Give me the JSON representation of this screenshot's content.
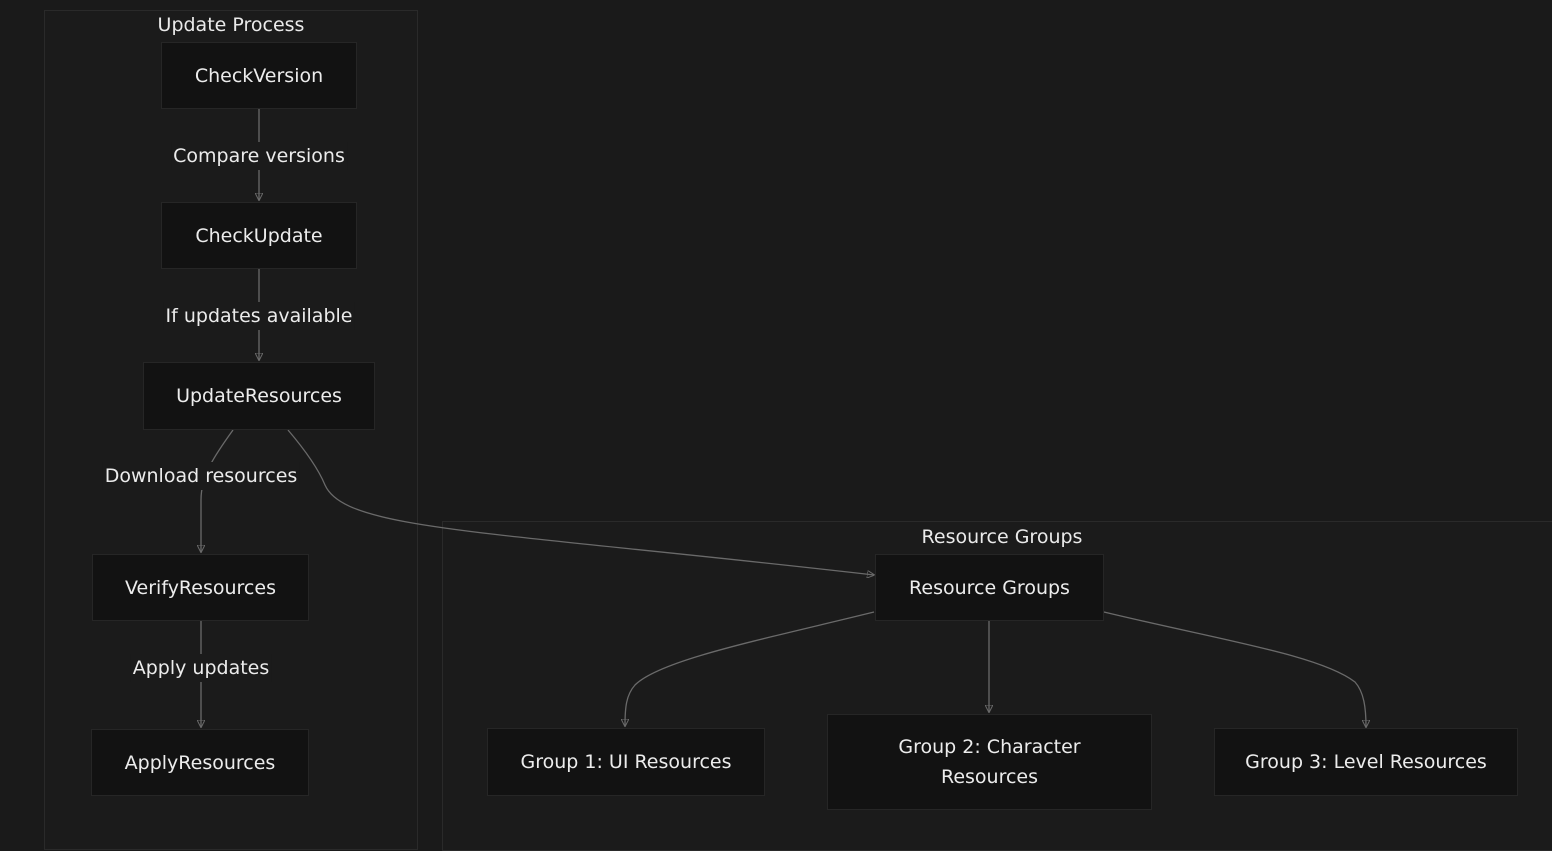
{
  "clusters": {
    "update_process": {
      "title": "Update Process"
    },
    "resource_groups": {
      "title": "Resource Groups"
    }
  },
  "nodes": {
    "check_version": "CheckVersion",
    "check_update": "CheckUpdate",
    "update_resources": "UpdateResources",
    "verify_resources": "VerifyResources",
    "apply_resources": "ApplyResources",
    "resource_groups": "Resource Groups",
    "group_1": "Group 1: UI Resources",
    "group_2": "Group 2: Character Resources",
    "group_3": "Group 3: Level Resources"
  },
  "edge_labels": {
    "compare_versions": "Compare versions",
    "if_updates_available": "If updates available",
    "download_resources": "Download resources",
    "apply_updates": "Apply updates"
  },
  "colors": {
    "background": "#1a1a1a",
    "node_fill": "#121212",
    "edge_stroke": "#6a6a6a",
    "text": "#ececec"
  }
}
